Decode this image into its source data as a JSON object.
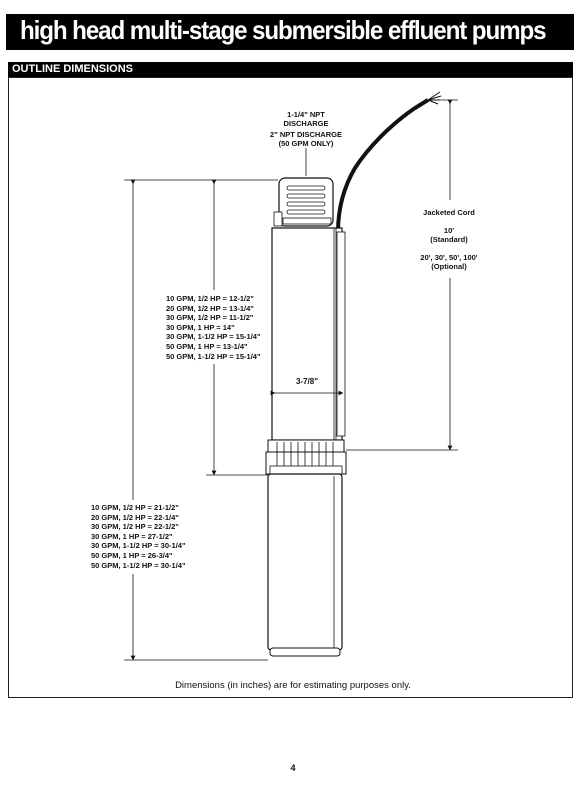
{
  "header": {
    "title": "high head multi-stage submersible effluent pumps"
  },
  "section": {
    "title": "OUTLINE DIMENSIONS"
  },
  "discharge": {
    "line1": "1-1/4\" NPT",
    "line2": "DISCHARGE",
    "line3": "2\" NPT DISCHARGE",
    "line4": "(50 GPM ONLY)"
  },
  "cord": {
    "title": "Jacketed Cord",
    "standard_length": "10'",
    "standard_label": "(Standard)",
    "optional_lengths": "20', 30', 50', 100'",
    "optional_label": "(Optional)"
  },
  "diameter": "3-7/8\"",
  "motor_section_dims": [
    "10 GPM, 1/2 HP = 12-1/2\"",
    "20 GPM, 1/2 HP = 13-1/4\"",
    "30 GPM, 1/2 HP = 11-1/2\"",
    "30 GPM, 1 HP = 14\"",
    "30 GPM, 1-1/2 HP = 15-1/4\"",
    "50 GPM, 1 HP = 13-1/4\"",
    "50 GPM, 1-1/2 HP = 15-1/4\""
  ],
  "overall_dims": [
    "10 GPM, 1/2 HP = 21-1/2\"",
    "20 GPM, 1/2 HP = 22-1/4\"",
    "30 GPM, 1/2 HP = 22-1/2\"",
    "30 GPM, 1 HP = 27-1/2\"",
    "30 GPM, 1-1/2 HP = 30-1/4\"",
    "50 GPM, 1 HP = 26-3/4\"",
    "50 GPM, 1-1/2 HP = 30-1/4\""
  ],
  "footnote": "Dimensions (in inches) are for estimating purposes only.",
  "page_number": "4"
}
